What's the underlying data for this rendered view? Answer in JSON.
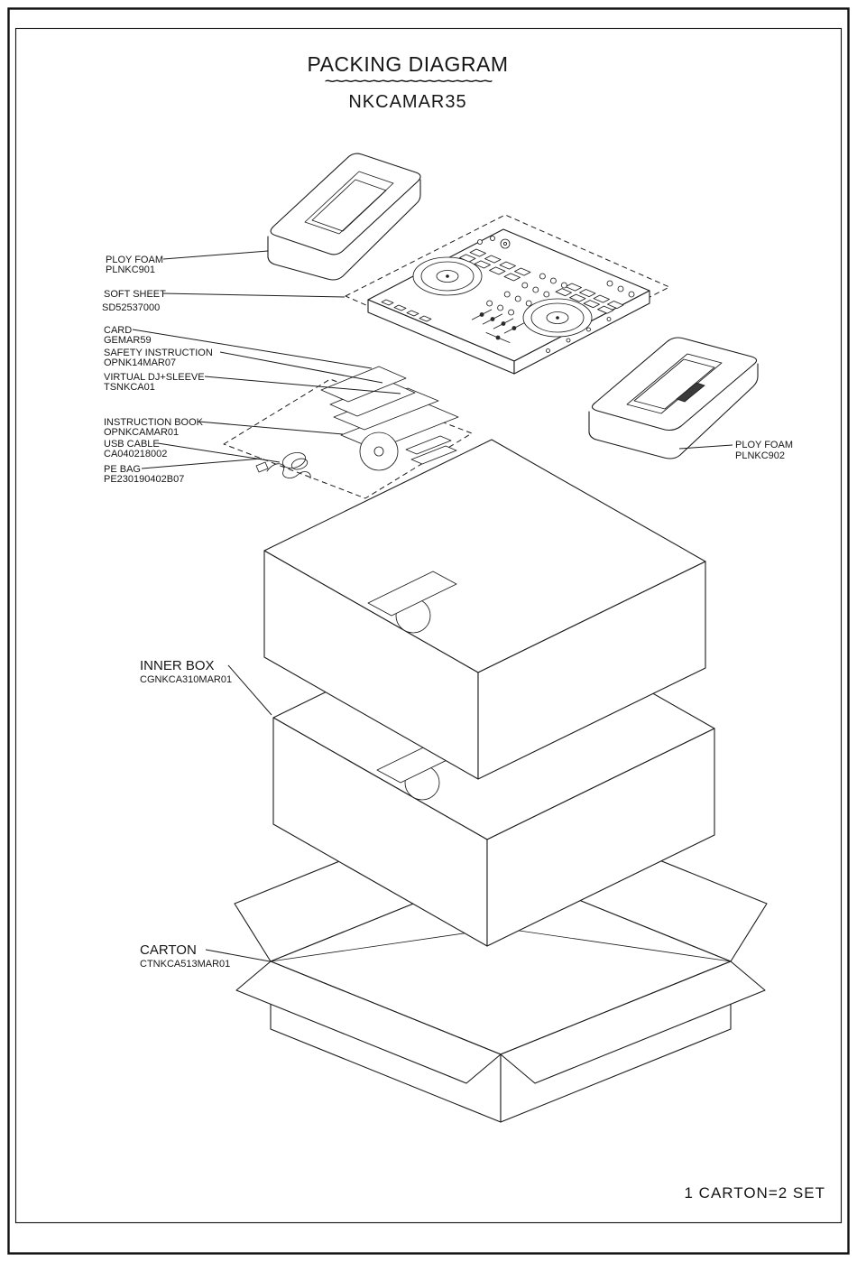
{
  "doc": {
    "title": "PACKING DIAGRAM",
    "title_underline": "~~~~~~~~~~~~~~~~~~",
    "model": "NKCAMAR35",
    "note": "1 CARTON=2 SET",
    "ink_color": "#1c1c1c"
  },
  "parts": {
    "ploy_foam_top": {
      "name": "PLOY FOAM",
      "code": "PLNKC901"
    },
    "soft_sheet": {
      "name": "SOFT SHEET",
      "code": "SD52537000"
    },
    "card": {
      "name": "CARD",
      "code": "GEMAR59"
    },
    "safety_instruction": {
      "name": "SAFETY INSTRUCTION",
      "code": "OPNK14MAR07"
    },
    "virtual_dj_sleeve": {
      "name": "VIRTUAL DJ+SLEEVE",
      "code": "TSNKCA01"
    },
    "instruction_book": {
      "name": "INSTRUCTION BOOK",
      "code": "OPNKCAMAR01"
    },
    "usb_cable": {
      "name": "USB CABLE",
      "code": "CA040218002"
    },
    "pe_bag": {
      "name": "PE BAG",
      "code": "PE230190402B07"
    },
    "ploy_foam_bottom": {
      "name": "PLOY FOAM",
      "code": "PLNKC902"
    },
    "inner_box": {
      "name": "INNER BOX",
      "code": "CGNKCA310MAR01"
    },
    "carton": {
      "name": "CARTON",
      "code": "CTNKCA513MAR01"
    }
  }
}
